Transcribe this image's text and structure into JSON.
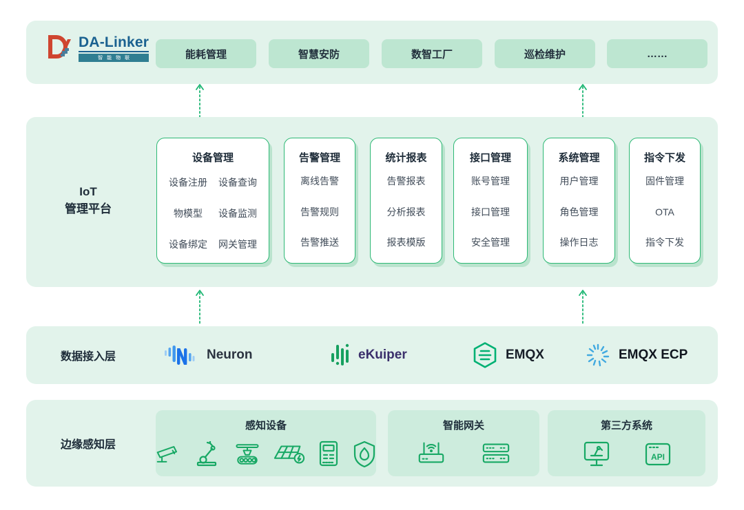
{
  "colors": {
    "section_bg": "#e2f3eb",
    "chip_bg": "#bde6d1",
    "group_bg": "#cdecdd",
    "accent_green": "#17a864",
    "card_border": "#2cb874",
    "logo_red": "#cf4530",
    "logo_blue": "#1a6190",
    "logo_teal": "#2f7e92",
    "neuron_blue": "#2f86ec",
    "ekuiper_purple": "#3a2f6b",
    "emqx_green": "#00b173",
    "ecp_blue": "#41a9e0"
  },
  "logo": {
    "name": "DA-Linker",
    "tagline": "智能物联"
  },
  "top_bar": {
    "items": [
      "能耗管理",
      "智慧安防",
      "数智工厂",
      "巡检维护",
      "……"
    ]
  },
  "iot_platform": {
    "label_line1": "IoT",
    "label_line2": "管理平台",
    "cards": [
      {
        "title": "设备管理",
        "items": [
          "设备注册",
          "设备查询",
          "物模型",
          "设备监测",
          "设备绑定",
          "网关管理"
        ]
      },
      {
        "title": "告警管理",
        "items": [
          "离线告警",
          "告警规则",
          "告警推送"
        ]
      },
      {
        "title": "统计报表",
        "items": [
          "告警报表",
          "分析报表",
          "报表模版"
        ]
      },
      {
        "title": "接口管理",
        "items": [
          "账号管理",
          "接口管理",
          "安全管理"
        ]
      },
      {
        "title": "系统管理",
        "items": [
          "用户管理",
          "角色管理",
          "操作日志"
        ]
      },
      {
        "title": "指令下发",
        "items": [
          "固件管理",
          "OTA",
          "指令下发"
        ]
      }
    ]
  },
  "data_access_layer": {
    "label": "数据接入层",
    "products": [
      {
        "name": "Neuron"
      },
      {
        "name": "eKuiper"
      },
      {
        "name": "EMQX"
      },
      {
        "name": "EMQX ECP"
      }
    ]
  },
  "edge_layer": {
    "label": "边缘感知层",
    "api_label": "API",
    "groups": [
      {
        "title": "感知设备",
        "icons": [
          "cctv-camera",
          "robot-arm",
          "conveyor-machine",
          "solar-panel",
          "electric-meter",
          "fire-shield"
        ]
      },
      {
        "title": "智能网关",
        "icons": [
          "wifi-router",
          "server-rack"
        ]
      },
      {
        "title": "第三方系统",
        "icons": [
          "monitor-robot",
          "api-window"
        ]
      }
    ]
  }
}
